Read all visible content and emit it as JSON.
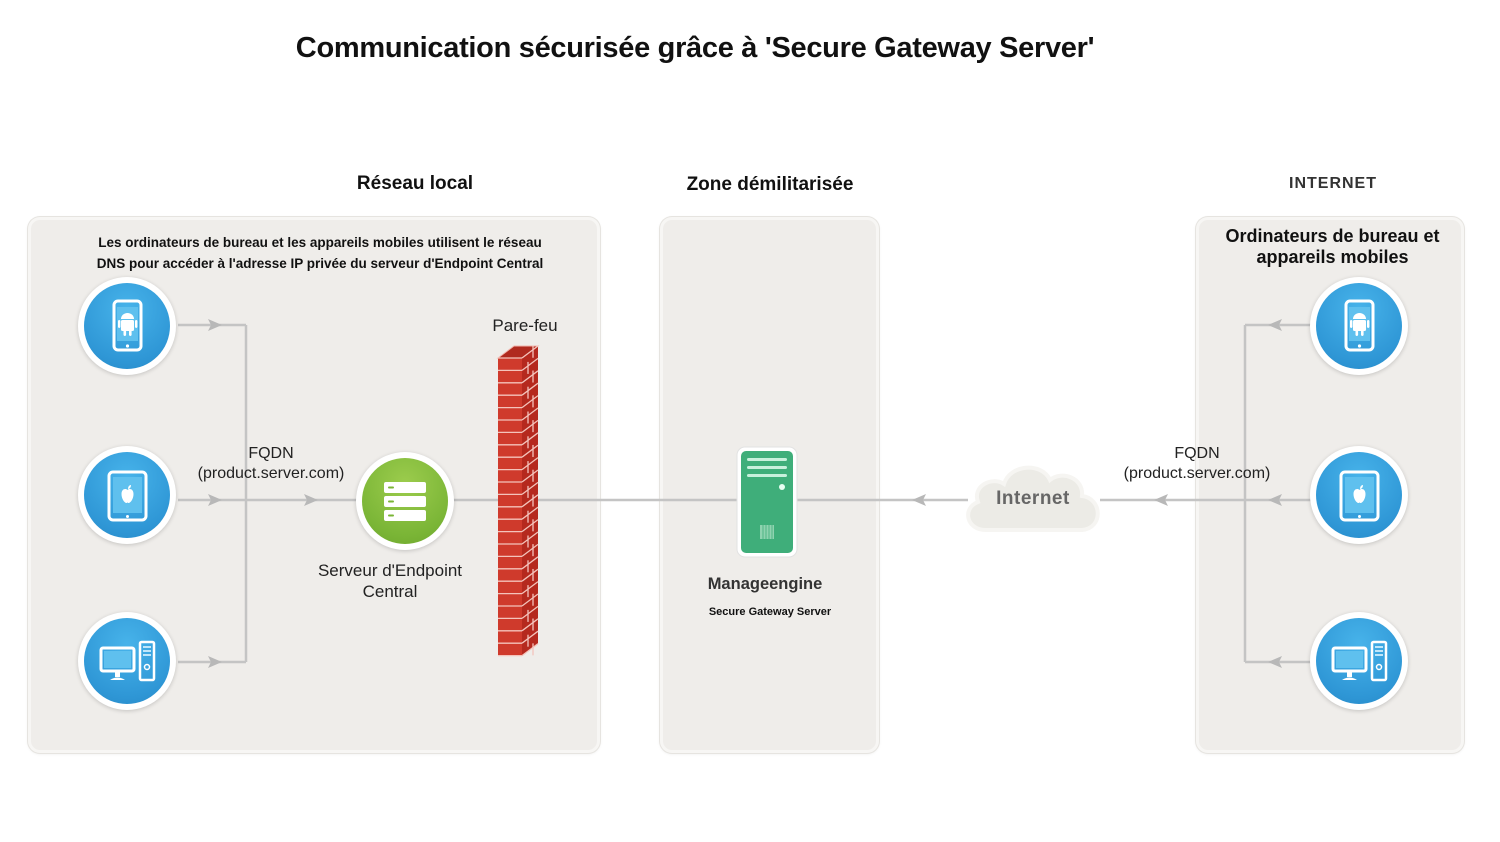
{
  "title": "Communication sécurisée grâce à 'Secure Gateway Server'",
  "zones": {
    "local": {
      "heading": "Réseau local",
      "description_line1": "Les ordinateurs de bureau et les appareils mobiles utilisent le réseau",
      "description_line2": "DNS pour accéder à l'adresse IP privée du serveur d'Endpoint Central",
      "devices": [
        {
          "type": "android-phone"
        },
        {
          "type": "apple-tablet"
        },
        {
          "type": "desktop-computer"
        }
      ],
      "fqdn_label": "FQDN",
      "fqdn_value": "(product.server.com)",
      "server_label_line1": "Serveur d'Endpoint",
      "server_label_line2": "Central",
      "firewall_label": "Pare-feu"
    },
    "dmz": {
      "heading": "Zone démilitarisée",
      "server_brand": "Manageengine",
      "server_name": "Secure Gateway Server"
    },
    "internet": {
      "heading": "INTERNET",
      "description_line1": "Ordinateurs de bureau et",
      "description_line2": "appareils mobiles",
      "cloud_label": "Internet",
      "fqdn_label": "FQDN",
      "fqdn_value": "(product.server.com)",
      "devices": [
        {
          "type": "android-phone"
        },
        {
          "type": "apple-tablet"
        },
        {
          "type": "desktop-computer"
        }
      ]
    }
  },
  "colors": {
    "device_blue": "#2f97d6",
    "server_green": "#7ab536",
    "gateway_green": "#3fae7a",
    "firewall_red": "#c8372a",
    "panel_bg": "#efedea",
    "connector_gray": "#c4c4c4"
  }
}
